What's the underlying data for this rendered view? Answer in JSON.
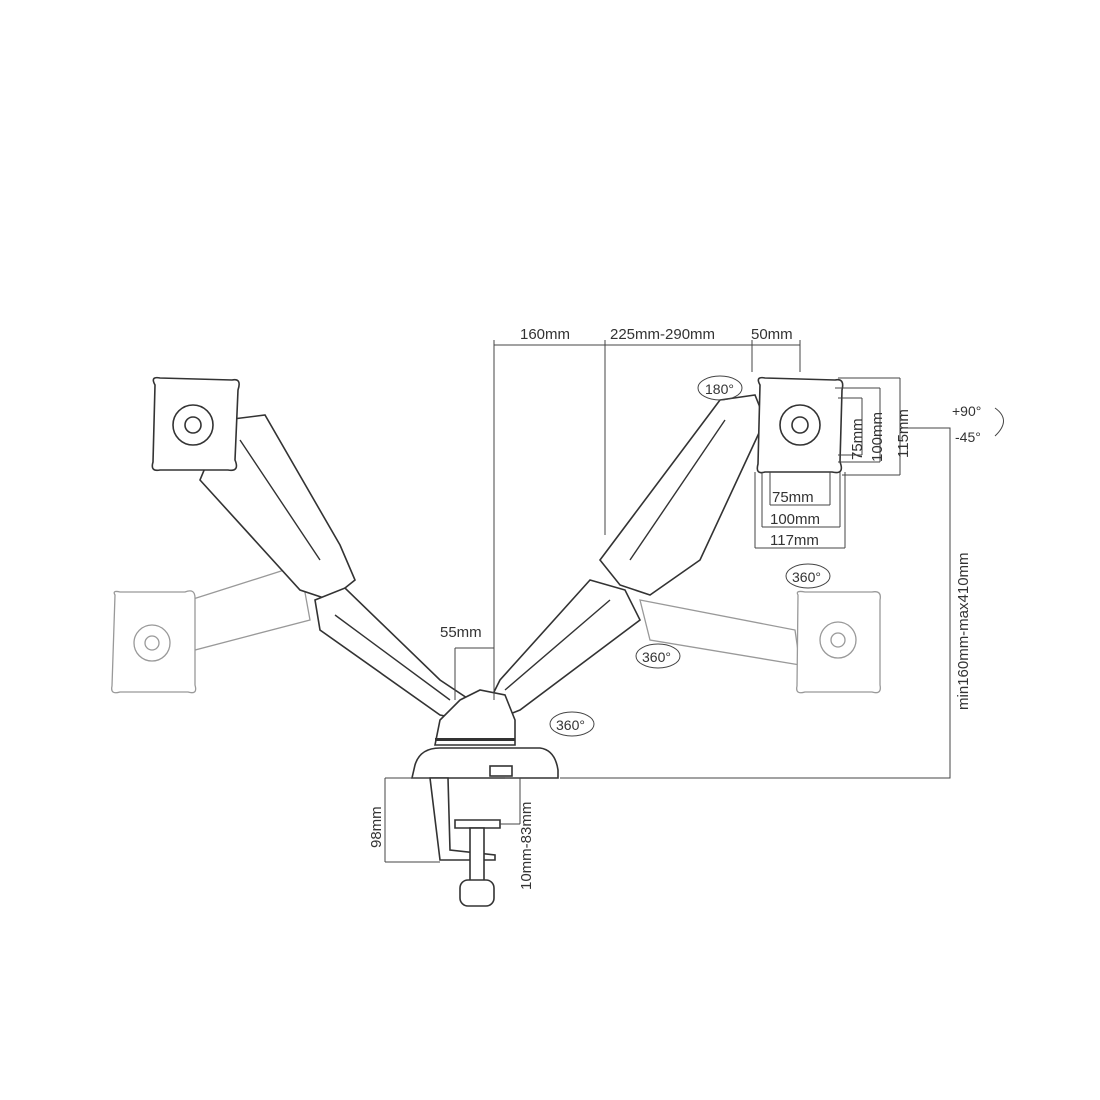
{
  "diagram": {
    "dimensions": {
      "arm_offset": "160mm",
      "arm_length": "225mm-290mm",
      "plate_offset": "50mm",
      "vesa_75_v": "75mm",
      "vesa_100_v": "100mm",
      "plate_height": "115mm",
      "vesa_75_h": "75mm",
      "vesa_100_h": "100mm",
      "plate_width": "117mm",
      "pole_width": "55mm",
      "height_range": "min160mm-max410mm",
      "clamp_height": "98mm",
      "desk_thickness": "10mm-83mm"
    },
    "rotations": {
      "plate_rotation": "180°",
      "tilt_up": "+90°",
      "tilt_down": "-45°",
      "swivel_plate": "360°",
      "swivel_arm": "360°",
      "swivel_base": "360°"
    },
    "colors": {
      "line": "#333333",
      "ghost": "#999999",
      "background": "#ffffff"
    }
  }
}
